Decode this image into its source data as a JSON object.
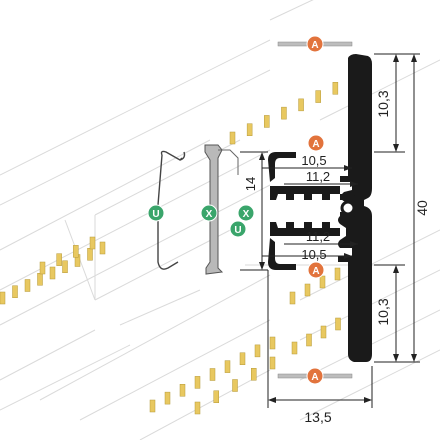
{
  "colors": {
    "profile": "#1a1a1a",
    "badge_orange": "#e2733c",
    "badge_green": "#3aa56b",
    "led_yellow": "#e8c860",
    "ghost_line": "#dadada",
    "accessory_grey": "#9a9a9a"
  },
  "badges": {
    "a": "A",
    "u": "U",
    "x": "X"
  },
  "dimensions": {
    "top_flange": "10,3",
    "bottom_flange": "10,3",
    "overall_height": "40",
    "overall_width": "13,5",
    "upper_inner": "10,5",
    "upper_outer": "11,2",
    "lower_outer": "11,2",
    "lower_inner": "10,5",
    "channel_depth": "14"
  }
}
